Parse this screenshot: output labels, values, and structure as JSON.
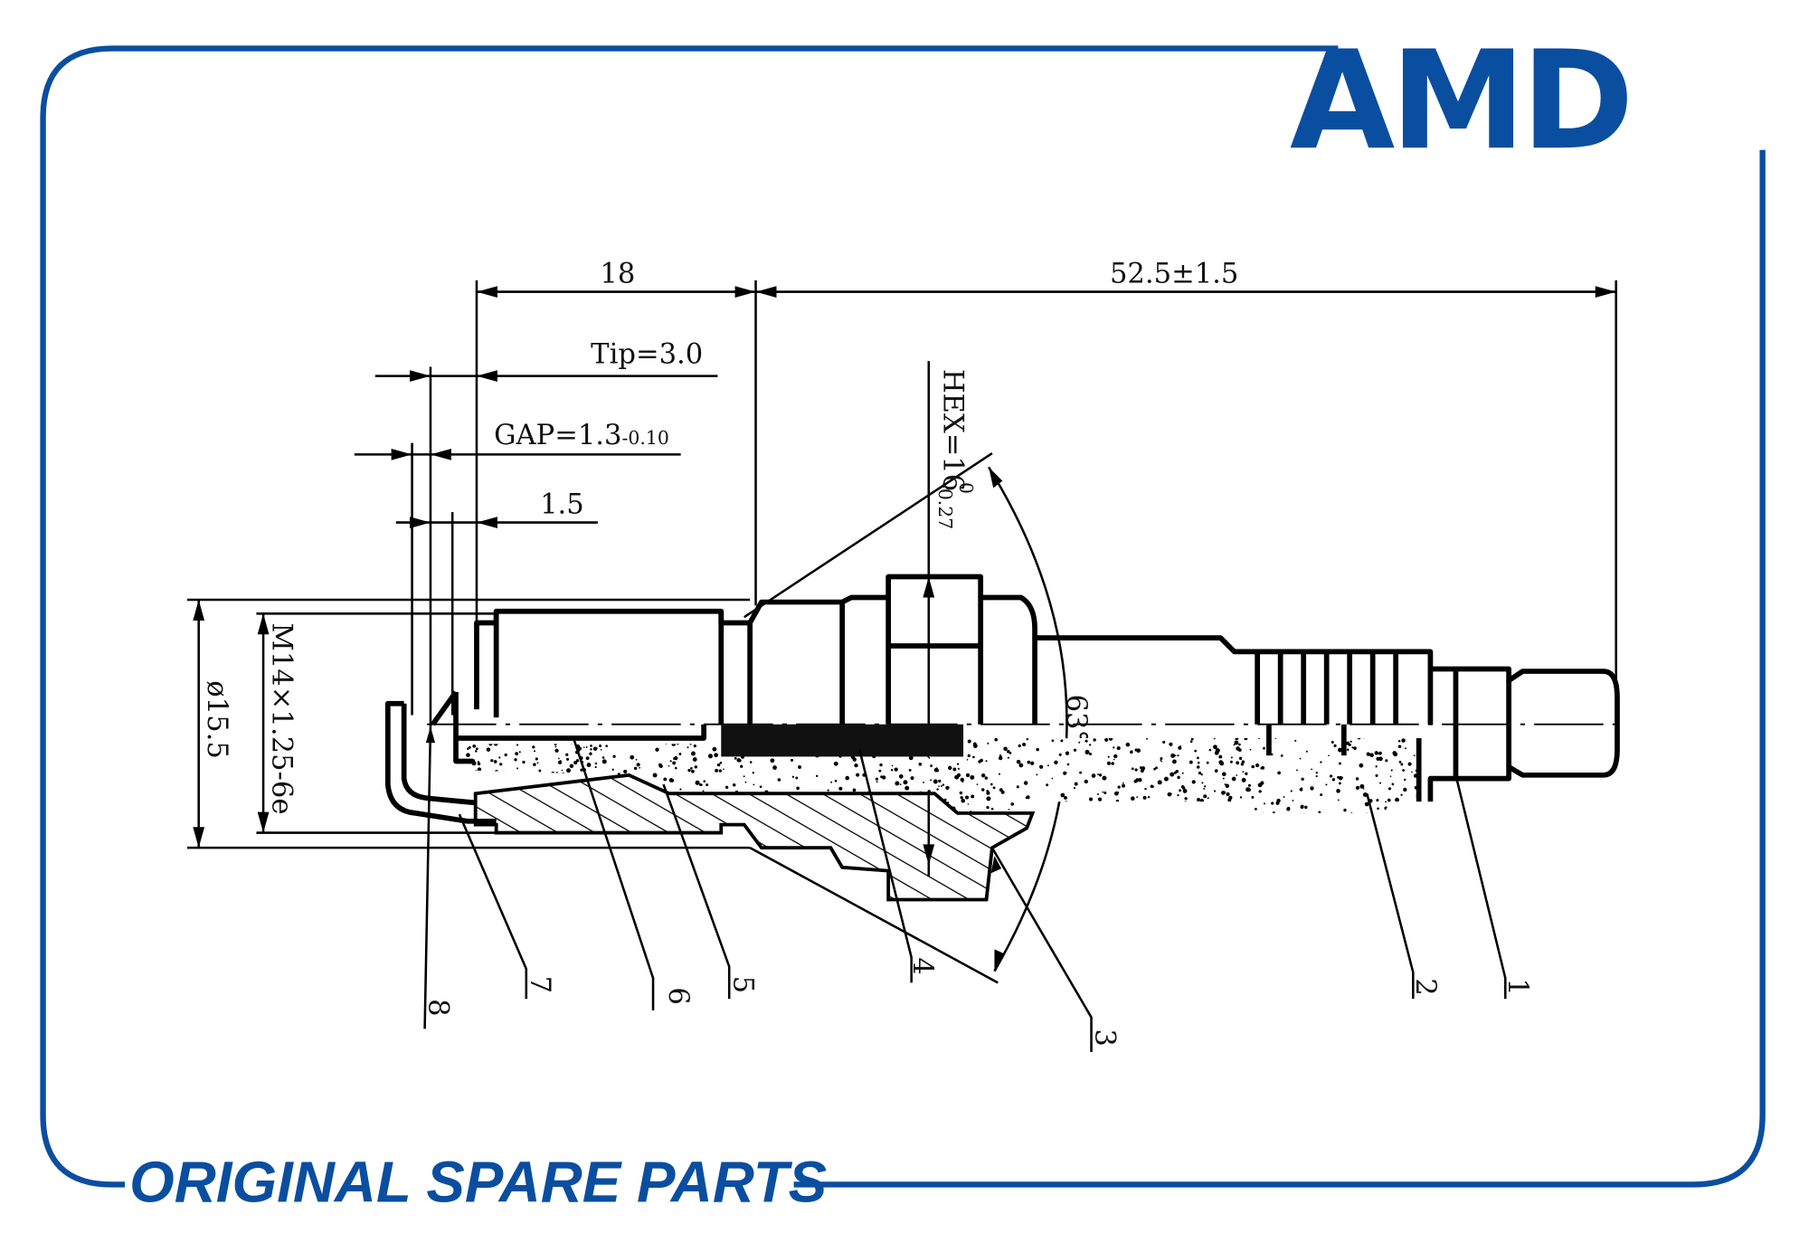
{
  "brand": {
    "logo_text": "AMD",
    "footer_text": "ORIGINAL SPARE PARTS",
    "color": "#0a4ea0"
  },
  "dimensions": {
    "length_thread": "18",
    "length_total": "52.5±1.5",
    "tip": "Tip=3.0",
    "gap": "GAP=1.3",
    "gap_tolerance": "-0.10",
    "electrode": "1.5",
    "hex": "HEX=16",
    "hex_tol_upper": "0",
    "hex_tol_lower": "-0.27",
    "angle": "63°",
    "diameter": "ø15.5",
    "thread": "M14×1.25-6e"
  },
  "part_labels": [
    "1",
    "2",
    "3",
    "4",
    "5",
    "6",
    "7",
    "8"
  ]
}
